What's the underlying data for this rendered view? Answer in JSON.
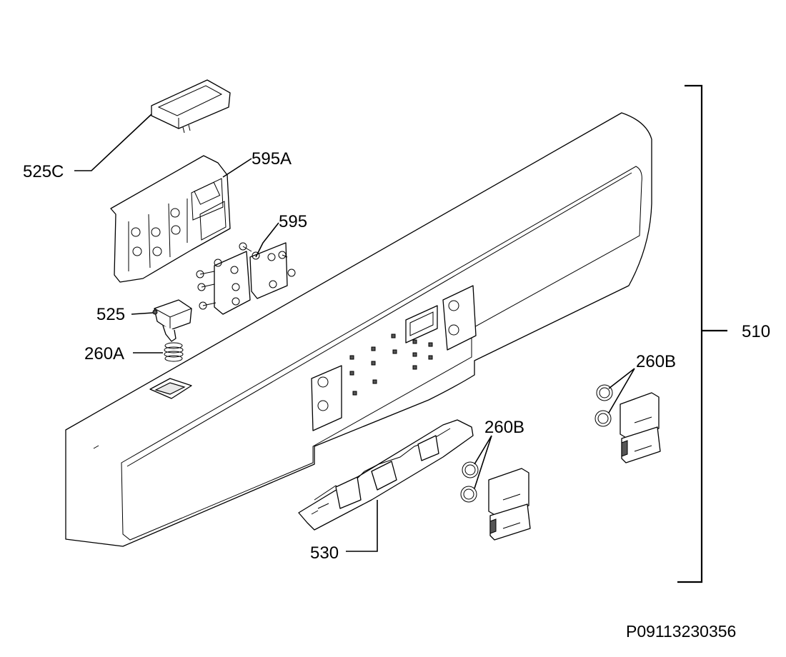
{
  "callouts": {
    "c525C": "525C",
    "c595A": "595A",
    "c595": "595",
    "c525": "525",
    "c260A": "260A",
    "c260B_right": "260B",
    "c260B_center": "260B",
    "c530": "530",
    "c510": "510"
  },
  "drawing_reference": "P09113230356"
}
